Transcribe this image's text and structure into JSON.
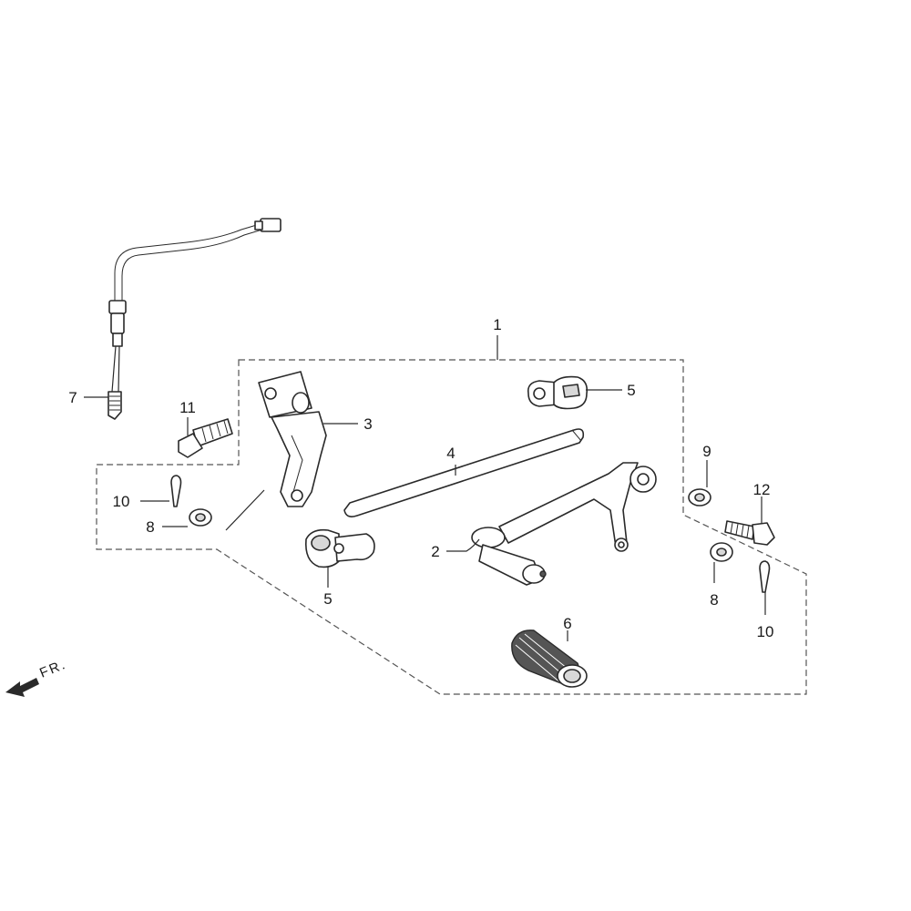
{
  "callouts": {
    "c1": "1",
    "c2": "2",
    "c3": "3",
    "c4": "4",
    "c5a": "5",
    "c5b": "5",
    "c6": "6",
    "c7": "7",
    "c8a": "8",
    "c8b": "8",
    "c9": "9",
    "c10a": "10",
    "c10b": "10",
    "c11": "11",
    "c12": "12"
  },
  "direction_label": "FR.",
  "colors": {
    "line": "#2a2a2a",
    "grip": "#555555"
  }
}
